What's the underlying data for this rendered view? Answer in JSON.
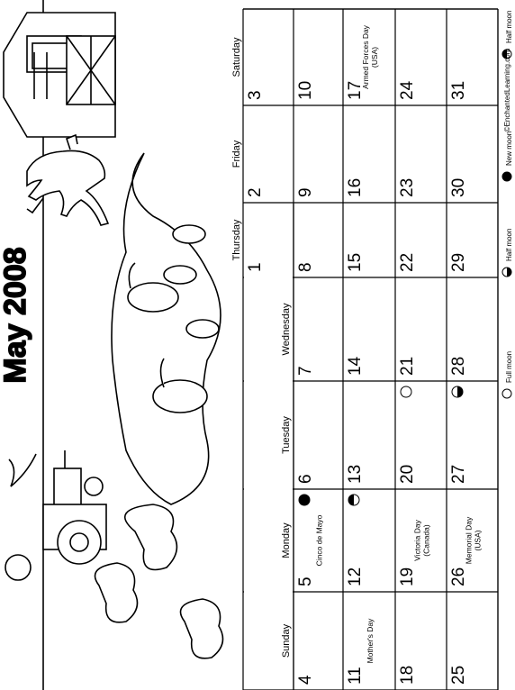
{
  "title": "May 2008",
  "copyright": "©EnchantedLearning.com",
  "weekdays": [
    "Sunday",
    "Monday",
    "Tuesday",
    "Wednesday",
    "Thursday",
    "Friday",
    "Saturday"
  ],
  "weeks": [
    [
      {
        "day": "",
        "note": "",
        "moon": ""
      },
      {
        "day": "",
        "note": "",
        "moon": ""
      },
      {
        "day": "",
        "note": "",
        "moon": ""
      },
      {
        "day": "",
        "note": "",
        "moon": ""
      },
      {
        "day": "1",
        "note": "",
        "moon": ""
      },
      {
        "day": "2",
        "note": "",
        "moon": ""
      },
      {
        "day": "3",
        "note": "",
        "moon": ""
      }
    ],
    [
      {
        "day": "4",
        "note": "",
        "moon": ""
      },
      {
        "day": "5",
        "note": "Cinco de Mayo",
        "moon": "new"
      },
      {
        "day": "6",
        "note": "",
        "moon": ""
      },
      {
        "day": "7",
        "note": "",
        "moon": ""
      },
      {
        "day": "8",
        "note": "",
        "moon": ""
      },
      {
        "day": "9",
        "note": "",
        "moon": ""
      },
      {
        "day": "10",
        "note": "",
        "moon": ""
      }
    ],
    [
      {
        "day": "11",
        "note": "Mother's Day",
        "moon": ""
      },
      {
        "day": "12",
        "note": "",
        "moon": "half"
      },
      {
        "day": "13",
        "note": "",
        "moon": ""
      },
      {
        "day": "14",
        "note": "",
        "moon": ""
      },
      {
        "day": "15",
        "note": "",
        "moon": ""
      },
      {
        "day": "16",
        "note": "",
        "moon": ""
      },
      {
        "day": "17",
        "note": "Armed Forces Day (USA)",
        "moon": ""
      }
    ],
    [
      {
        "day": "18",
        "note": "",
        "moon": ""
      },
      {
        "day": "19",
        "note": "Victoria Day (Canada)",
        "moon": ""
      },
      {
        "day": "20",
        "note": "",
        "moon": "full"
      },
      {
        "day": "21",
        "note": "",
        "moon": ""
      },
      {
        "day": "22",
        "note": "",
        "moon": ""
      },
      {
        "day": "23",
        "note": "",
        "moon": ""
      },
      {
        "day": "24",
        "note": "",
        "moon": ""
      }
    ],
    [
      {
        "day": "25",
        "note": "",
        "moon": ""
      },
      {
        "day": "26",
        "note": "Memorial Day (USA)",
        "moon": ""
      },
      {
        "day": "27",
        "note": "",
        "moon": "half-left"
      },
      {
        "day": "28",
        "note": "",
        "moon": ""
      },
      {
        "day": "29",
        "note": "",
        "moon": ""
      },
      {
        "day": "30",
        "note": "",
        "moon": ""
      },
      {
        "day": "31",
        "note": "",
        "moon": ""
      }
    ]
  ],
  "legend": [
    {
      "label": "Full moon",
      "icon": "full-moon-icon"
    },
    {
      "label": "Half moon",
      "icon": "first-quarter-moon-icon"
    },
    {
      "label": "New moon",
      "icon": "new-moon-icon"
    },
    {
      "label": "Half moon",
      "icon": "last-quarter-moon-icon"
    }
  ],
  "illustration": [
    "barn",
    "horse",
    "pond",
    "geese",
    "tractor",
    "butterflies",
    "sun",
    "bird"
  ]
}
